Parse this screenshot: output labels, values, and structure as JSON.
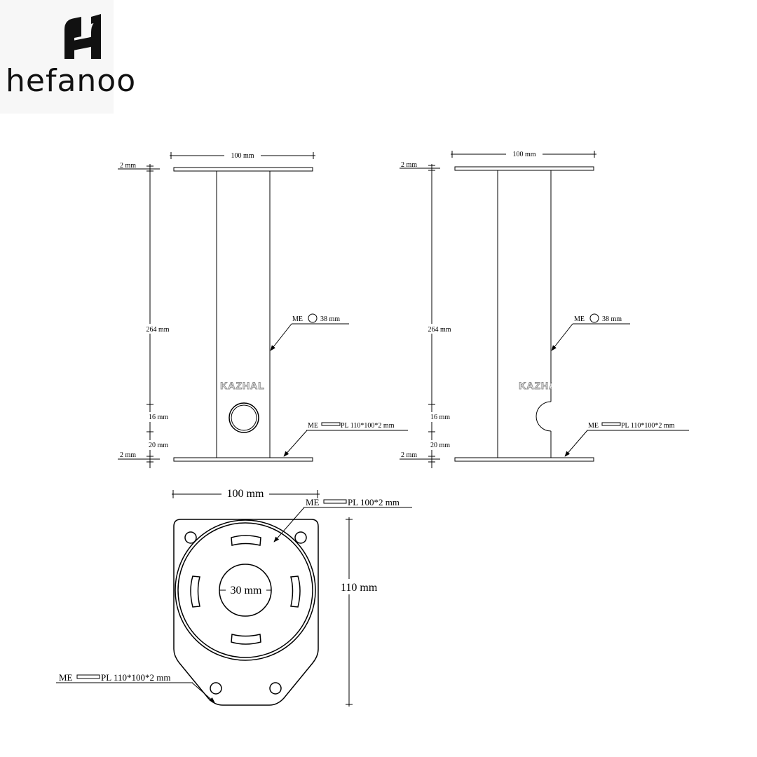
{
  "logo": {
    "brand": "hefanoo"
  },
  "views": {
    "front": {
      "width_label": "100 mm",
      "top_plate_label": "2 mm",
      "height_label": "264 mm",
      "hole_offset_label": "16 mm",
      "hole_gap_label": "20 mm",
      "base_plate_label": "2 mm",
      "pipe_callout": {
        "prefix": "ME",
        "text": "38 mm",
        "symbol": "circle"
      },
      "plate_callout": {
        "prefix": "ME",
        "text": "PL 110*100*2 mm",
        "symbol": "plate"
      },
      "watermark": "KAZHAL"
    },
    "side": {
      "width_label": "100 mm",
      "top_plate_label": "2 mm",
      "height_label": "264 mm",
      "hole_offset_label": "16 mm",
      "hole_gap_label": "20 mm",
      "base_plate_label": "2 mm",
      "pipe_callout": {
        "prefix": "ME",
        "text": "38 mm",
        "symbol": "circle"
      },
      "plate_callout": {
        "prefix": "ME",
        "text": "PL 110*100*2 mm",
        "symbol": "plate"
      },
      "watermark": "KAZHAL"
    },
    "top": {
      "width_label": "100 mm",
      "height_label": "110 mm",
      "center_label": "30 mm",
      "plate_callout": {
        "prefix": "ME",
        "text": "PL 100*2 mm",
        "symbol": "plate"
      },
      "base_callout": {
        "prefix": "ME",
        "text": "PL 110*100*2 mm",
        "symbol": "plate"
      }
    }
  }
}
